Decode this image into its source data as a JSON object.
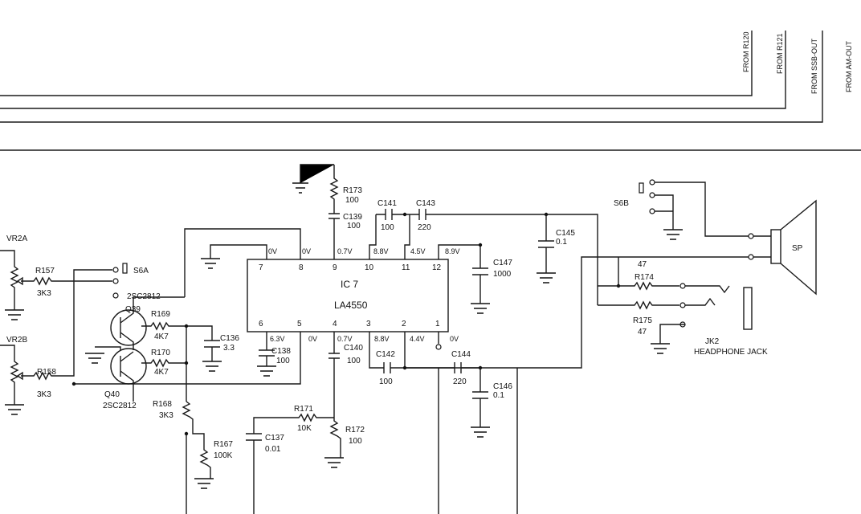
{
  "bus_labels": [
    "FROM R120",
    "FROM R121",
    "FROM SSB-OUT",
    "FROM AM-OUT"
  ],
  "ic": {
    "name": "IC 7",
    "part": "LA4550",
    "pins_top": [
      "7",
      "8",
      "9",
      "10",
      "11",
      "12"
    ],
    "pins_bottom": [
      "6",
      "5",
      "4",
      "3",
      "2",
      "1"
    ],
    "volts_top": [
      "0V",
      "0V",
      "0.7V",
      "8.8V",
      "4.5V",
      "8.9V"
    ],
    "volts_bottom": [
      "6.3V",
      "0V",
      "0.7V",
      "8.8V",
      "4.4V",
      "0V"
    ]
  },
  "components": {
    "vr2a": "VR2A",
    "vr2b": "VR2B",
    "r157": [
      "R157",
      "3K3"
    ],
    "r158": [
      "R158",
      "3K3"
    ],
    "s6a": "S6A",
    "s6b": "S6B",
    "q39": [
      "2SC2812",
      "Q39"
    ],
    "q40": [
      "Q40",
      "2SC2812"
    ],
    "r169": [
      "R169",
      "4K7"
    ],
    "r170": [
      "R170",
      "4K7"
    ],
    "r168": [
      "R168",
      "3K3"
    ],
    "r167": [
      "R167",
      "100K"
    ],
    "c136": [
      "C136",
      "3.3"
    ],
    "c137": [
      "C137",
      "0.01"
    ],
    "c138": [
      "C138",
      "100"
    ],
    "c139": [
      "C139",
      "100"
    ],
    "c140": [
      "C140",
      "100"
    ],
    "c141": [
      "C141",
      "100"
    ],
    "c142": [
      "C142",
      "100"
    ],
    "c143": [
      "C143",
      "220"
    ],
    "c144": [
      "C144",
      "220"
    ],
    "c145": [
      "C145",
      "0.1"
    ],
    "c146": [
      "C146",
      "0.1"
    ],
    "c147": [
      "C147",
      "1000"
    ],
    "r171": [
      "R171",
      "10K"
    ],
    "r172": [
      "R172",
      "100"
    ],
    "r173": [
      "R173",
      "100"
    ],
    "r174": [
      "47",
      "R174"
    ],
    "r175": [
      "R175",
      "47"
    ],
    "sp": "SP",
    "jk2": [
      "JK2",
      "HEADPHONE JACK"
    ]
  }
}
